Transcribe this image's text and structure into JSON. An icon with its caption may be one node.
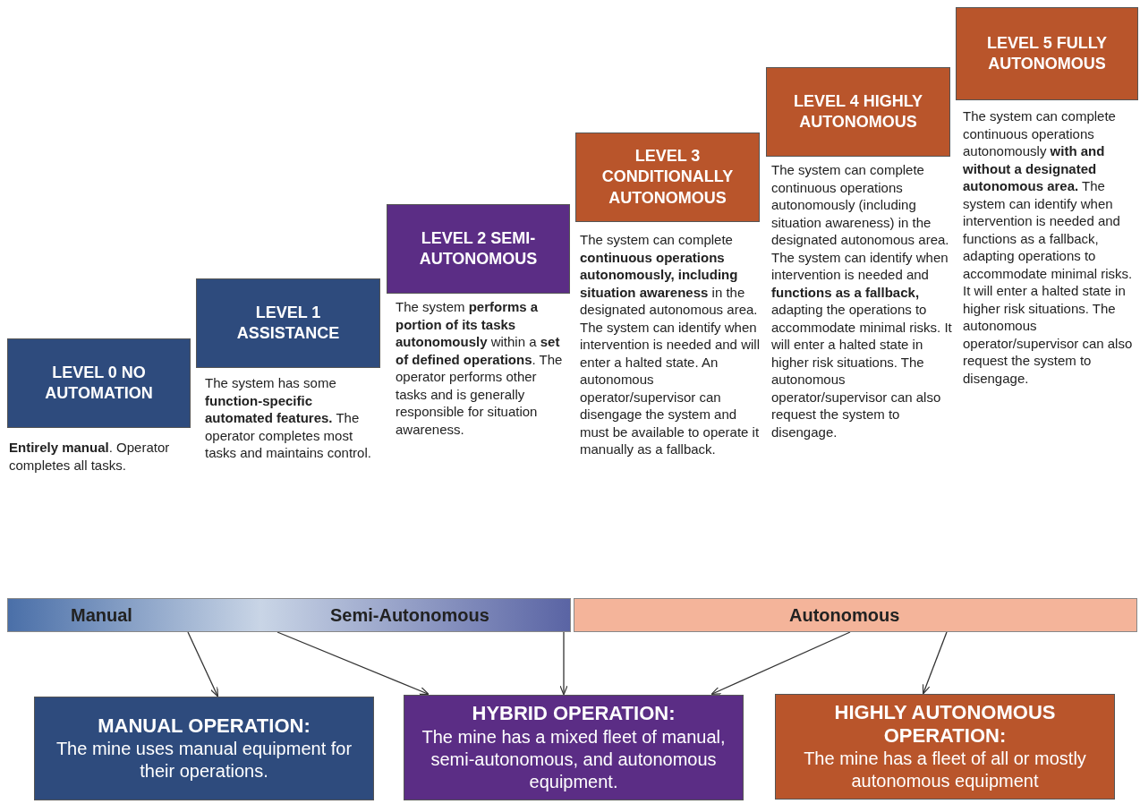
{
  "diagram": {
    "nodes": [
      {
        "text": [
          "LEVEL 0 NO AUTOMATION"
        ],
        "beside": [
          "**Entirely manual**. Operator completes all tasks."
        ]
      },
      {
        "text": [
          "LEVEL 1 ASSISTANCE"
        ],
        "beside": [
          "The system has some **function-specific automated features.** The operator completes most tasks and maintains control."
        ]
      },
      {
        "text": [
          "LEVEL 2 SEMI-AUTONOMOUS"
        ],
        "beside": [
          "The system **performs a portion of its tasks autonomously** within a **set of defined operations**. The operator performs other tasks and is generally responsible for situation awareness."
        ]
      },
      {
        "text": [
          "LEVEL 3 CONDITIONALLY AUTONOMOUS"
        ],
        "beside": [
          "The system can complete **continuous operations autonomously, including situation awareness** in the designated autonomous area. The system can identify when intervention is needed and will enter a halted state. An autonomous operator/supervisor can disengage the system and must be available to operate it manually as a fallback."
        ]
      },
      {
        "text": [
          "LEVEL 4 HIGHLY AUTONOMOUS"
        ],
        "beside": [
          "The system can complete continuous operations autonomously (including situation awareness) in the designated autonomous area. The system can identify when intervention is needed and **functions as a fallback,** adapting the operations to accommodate minimal risks. It will enter a halted state in higher risk situations. The autonomous operator/supervisor can also request the system to disengage."
        ]
      },
      {
        "text": [
          "LEVEL 5 FULLY AUTONOMOUS"
        ],
        "beside": [
          "The system can complete continuous operations autonomously **with and without a designated autonomous area.** The system can identify when intervention is needed and functions as a fallback, adapting operations to accommodate minimal risks. It will enter a halted state in higher risk situations. The autonomous operator/supervisor can also request the system to disengage."
        ]
      },
      {
        "text": [
          "Manual",
          "Semi-Autonomous"
        ]
      },
      {
        "text": [
          "Autonomous"
        ]
      },
      {
        "text": [
          "MANUAL OPERATION:",
          "The mine uses manual equipment for their operations."
        ]
      },
      {
        "text": [
          "HYBRID OPERATION:",
          "The mine has a mixed fleet of manual, semi-autonomous, and autonomous equipment."
        ]
      },
      {
        "text": [
          "HIGHLY AUTONOMOUS OPERATION:",
          "The mine has a fleet of all or mostly autonomous equipment"
        ]
      }
    ],
    "edges": [
      {
        "from": 6,
        "to": 8,
        "arrow": "to"
      },
      {
        "from": 6,
        "to": 9,
        "arrow": "to"
      },
      {
        "from": 6,
        "to": 9,
        "arrow": "to"
      },
      {
        "from": 7,
        "to": 9,
        "arrow": "to"
      },
      {
        "from": 7,
        "to": 10,
        "arrow": "to"
      }
    ]
  }
}
